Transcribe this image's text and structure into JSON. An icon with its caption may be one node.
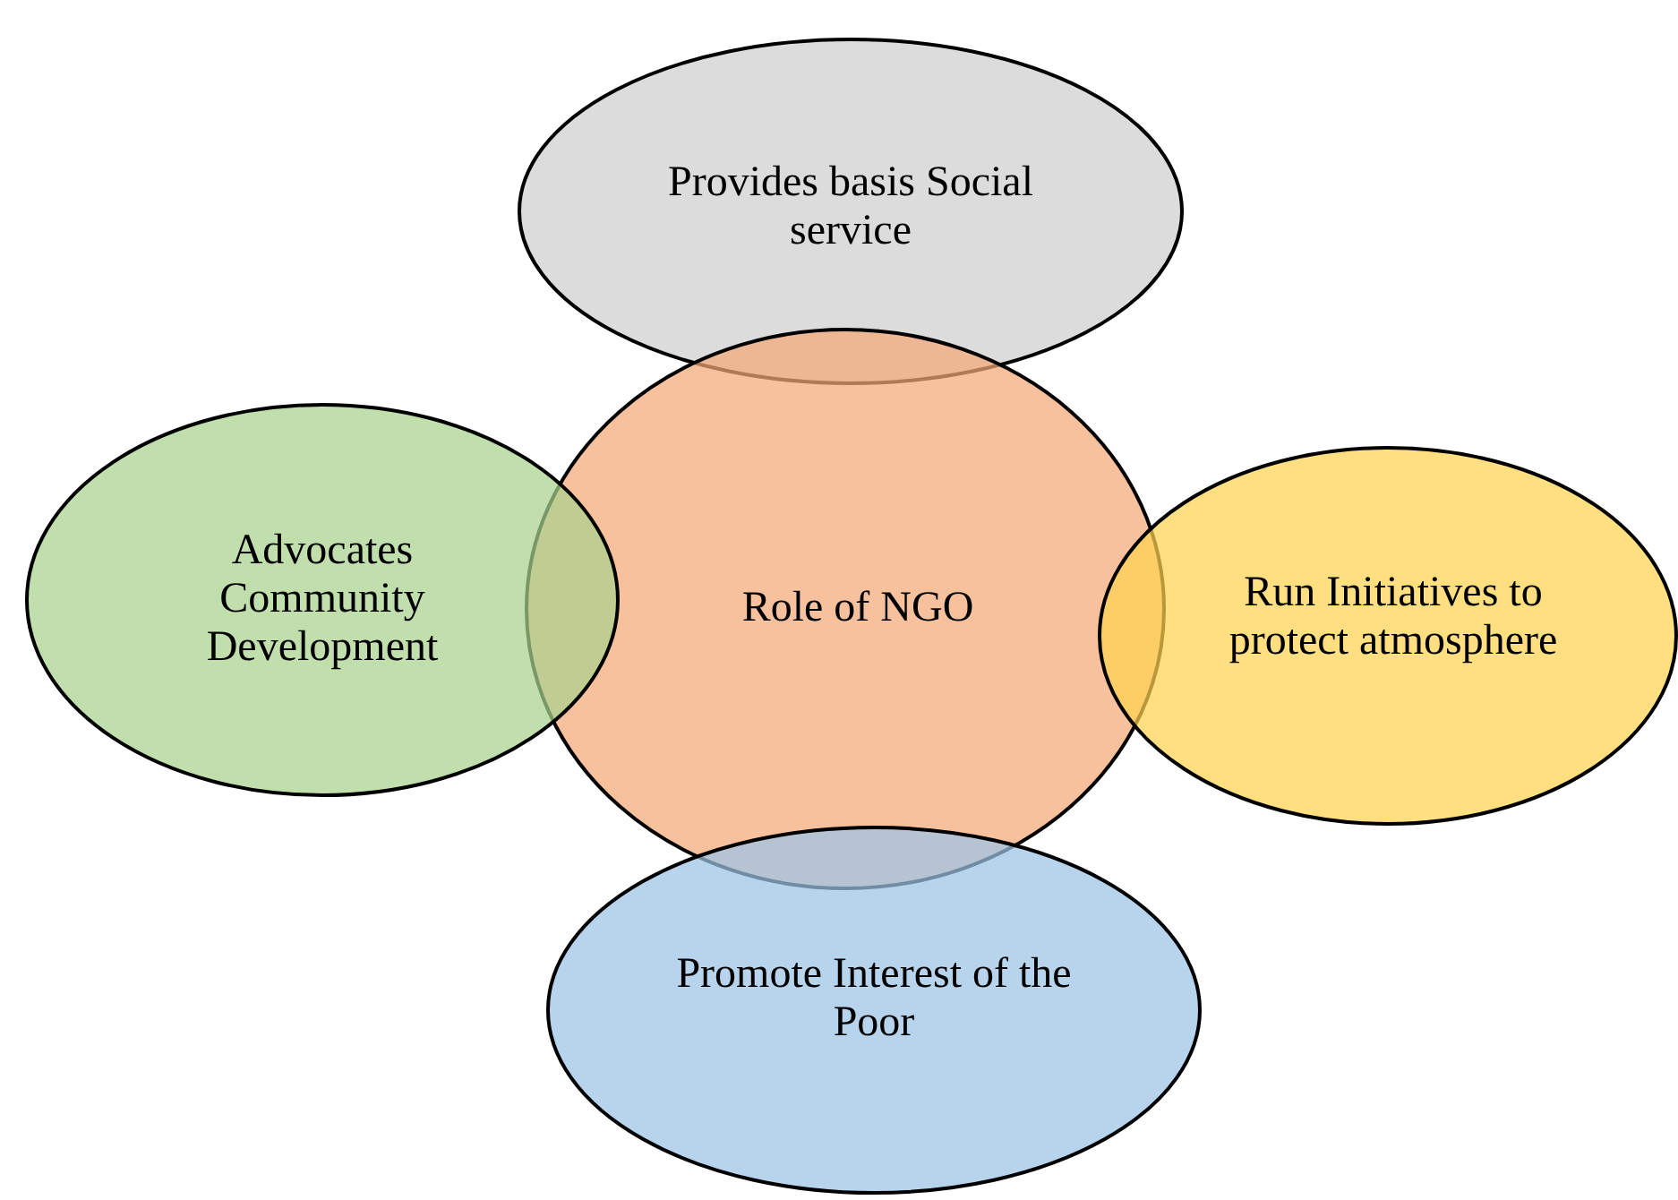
{
  "diagram": {
    "nodes": [
      {
        "text": [
          "Provides basis Social service"
        ]
      },
      {
        "text": [
          "Advocates Community Development"
        ]
      },
      {
        "text": [
          "Run Initiatives to protect atmosphere"
        ]
      },
      {
        "text": [
          "Role of NGO"
        ]
      },
      {
        "text": [
          "Promote Interest of the Poor"
        ]
      }
    ]
  }
}
